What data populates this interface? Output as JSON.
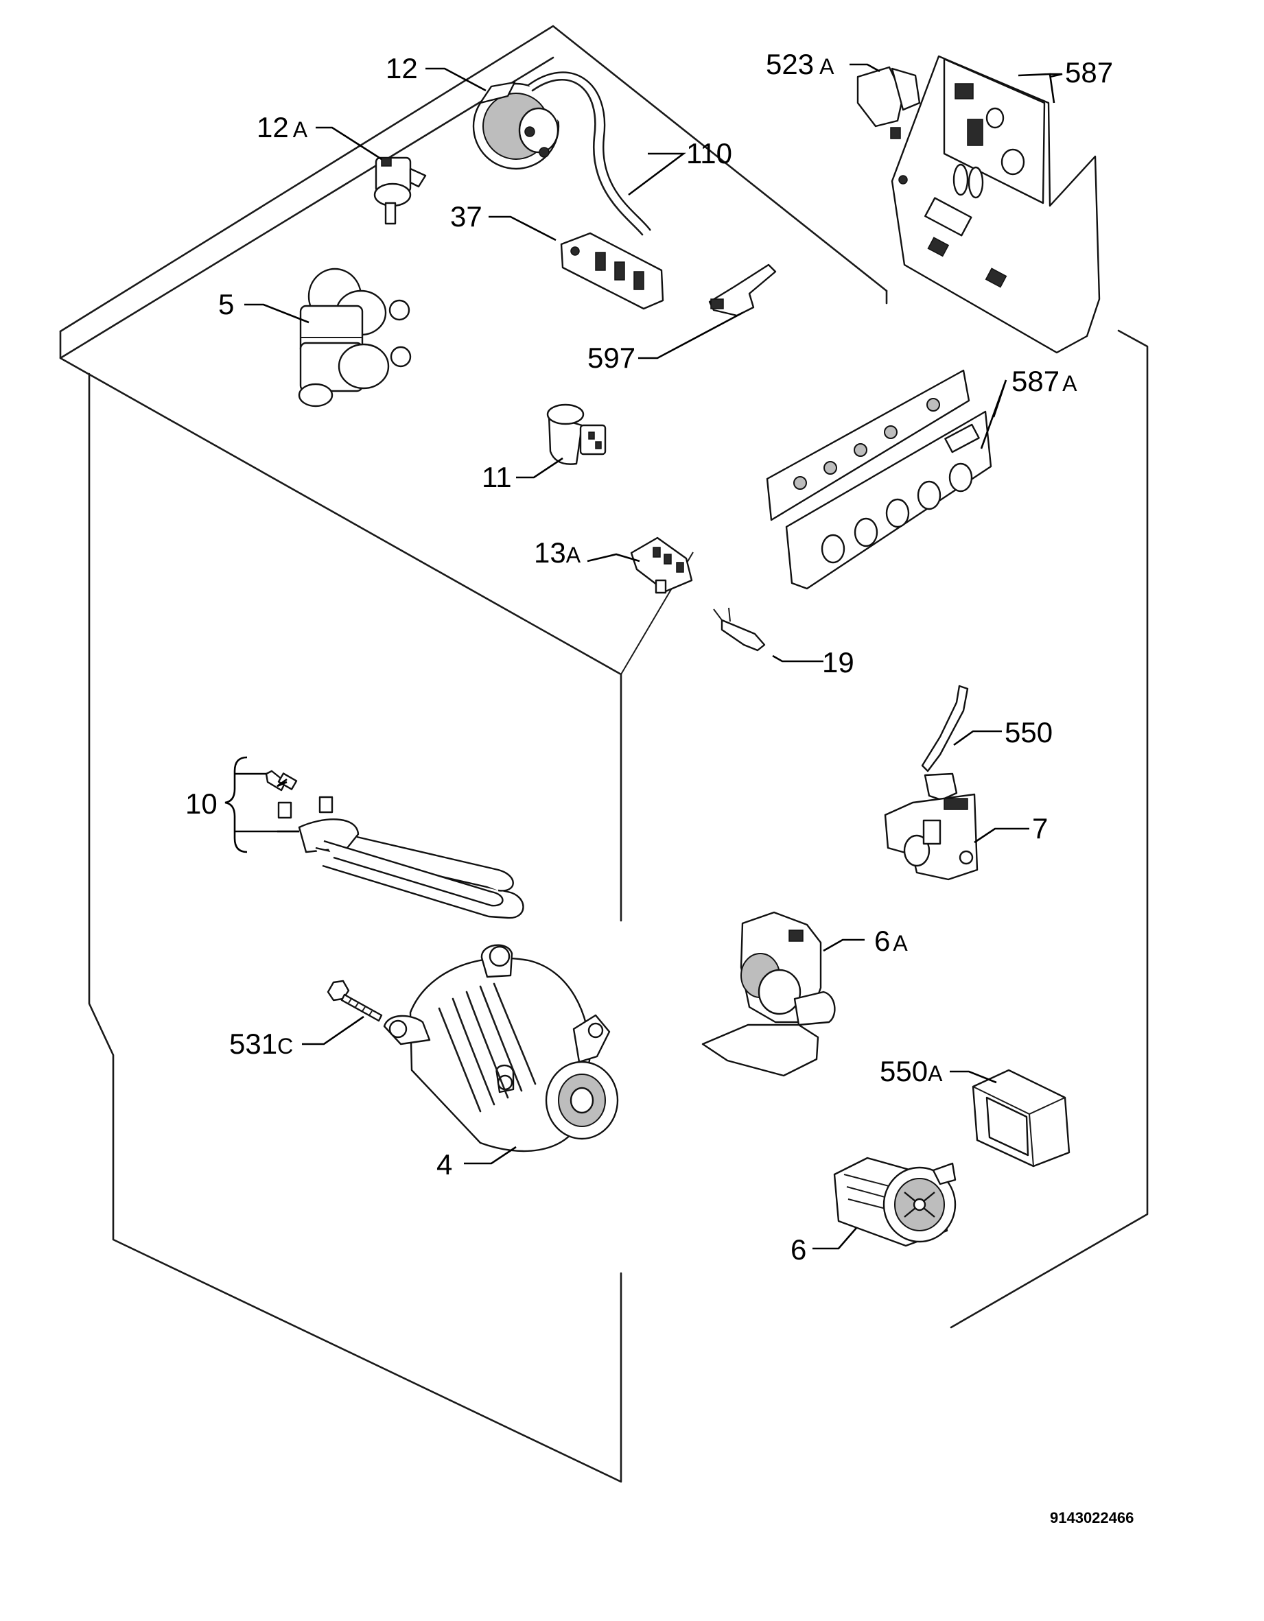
{
  "diagram": {
    "labels": {
      "p12": {
        "num": "12",
        "suffix": ""
      },
      "p12a": {
        "num": "12",
        "suffix": "A"
      },
      "p110": {
        "num": "110",
        "suffix": ""
      },
      "p37": {
        "num": "37",
        "suffix": ""
      },
      "p5": {
        "num": "5",
        "suffix": ""
      },
      "p597": {
        "num": "597",
        "suffix": ""
      },
      "p11": {
        "num": "11",
        "suffix": ""
      },
      "p13a": {
        "num": "13",
        "suffix": "A"
      },
      "p523a": {
        "num": "523",
        "suffix": "A"
      },
      "p587": {
        "num": "587",
        "suffix": ""
      },
      "p587a": {
        "num": "587",
        "suffix": "A"
      },
      "p19": {
        "num": "19",
        "suffix": ""
      },
      "p550": {
        "num": "550",
        "suffix": ""
      },
      "p7": {
        "num": "7",
        "suffix": ""
      },
      "p10": {
        "num": "10",
        "suffix": ""
      },
      "p6a": {
        "num": "6",
        "suffix": "A"
      },
      "p531c": {
        "num": "531",
        "suffix": "C"
      },
      "p550a": {
        "num": "550",
        "suffix": "A"
      },
      "p4": {
        "num": "4",
        "suffix": ""
      },
      "p6": {
        "num": "6",
        "suffix": ""
      }
    },
    "drawing_code": "9143022466"
  }
}
